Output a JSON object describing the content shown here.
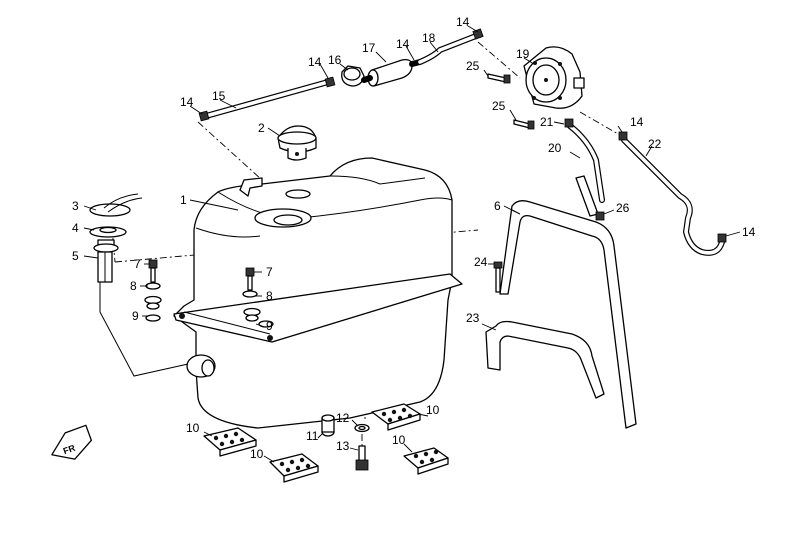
{
  "callouts": [
    {
      "label": "1"
    },
    {
      "label": "2"
    },
    {
      "label": "3"
    },
    {
      "label": "4"
    },
    {
      "label": "5"
    },
    {
      "label": "6"
    },
    {
      "label": "7"
    },
    {
      "label": "7"
    },
    {
      "label": "8"
    },
    {
      "label": "8"
    },
    {
      "label": "9"
    },
    {
      "label": "9"
    },
    {
      "label": "10"
    },
    {
      "label": "10"
    },
    {
      "label": "10"
    },
    {
      "label": "10"
    },
    {
      "label": "11"
    },
    {
      "label": "12"
    },
    {
      "label": "13"
    },
    {
      "label": "14"
    },
    {
      "label": "14"
    },
    {
      "label": "14"
    },
    {
      "label": "14"
    },
    {
      "label": "14"
    },
    {
      "label": "14"
    },
    {
      "label": "15"
    },
    {
      "label": "16"
    },
    {
      "label": "17"
    },
    {
      "label": "18"
    },
    {
      "label": "19"
    },
    {
      "label": "20"
    },
    {
      "label": "21"
    },
    {
      "label": "22"
    },
    {
      "label": "23"
    },
    {
      "label": "24"
    },
    {
      "label": "25"
    },
    {
      "label": "25"
    },
    {
      "label": "26"
    }
  ],
  "direction_marker": {
    "label": "FR"
  }
}
